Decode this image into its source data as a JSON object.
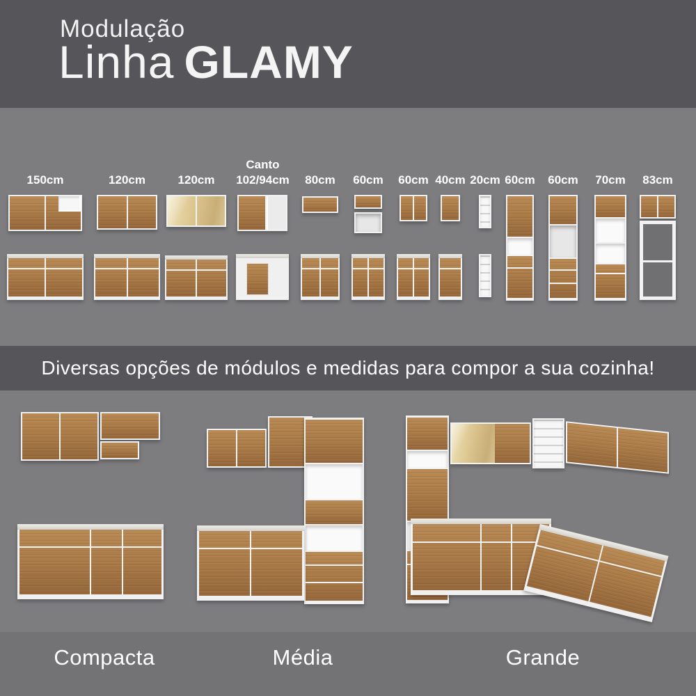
{
  "colors": {
    "background_dark": "#56565a",
    "background_mid": "#7d7d80",
    "wood": "#a97a46",
    "frame_white": "#f2f2f2",
    "text": "#ffffff"
  },
  "header": {
    "subtitle": "Modulação",
    "title_regular": "Linha",
    "title_bold": "GLAMY"
  },
  "modules": [
    {
      "label": "150cm"
    },
    {
      "label": "120cm"
    },
    {
      "label": "120cm"
    },
    {
      "label": "Canto",
      "label2": "102/94cm"
    },
    {
      "label": "80cm"
    },
    {
      "label": "60cm"
    },
    {
      "label": "60cm"
    },
    {
      "label": "40cm"
    },
    {
      "label": "20cm"
    },
    {
      "label": "60cm"
    },
    {
      "label": "60cm"
    },
    {
      "label": "70cm"
    },
    {
      "label": "83cm"
    }
  ],
  "banner": {
    "text": "Diversas opções de módulos e medidas para compor a sua cozinha!"
  },
  "layouts": [
    {
      "label": "Compacta"
    },
    {
      "label": "Média"
    },
    {
      "label": "Grande"
    }
  ]
}
